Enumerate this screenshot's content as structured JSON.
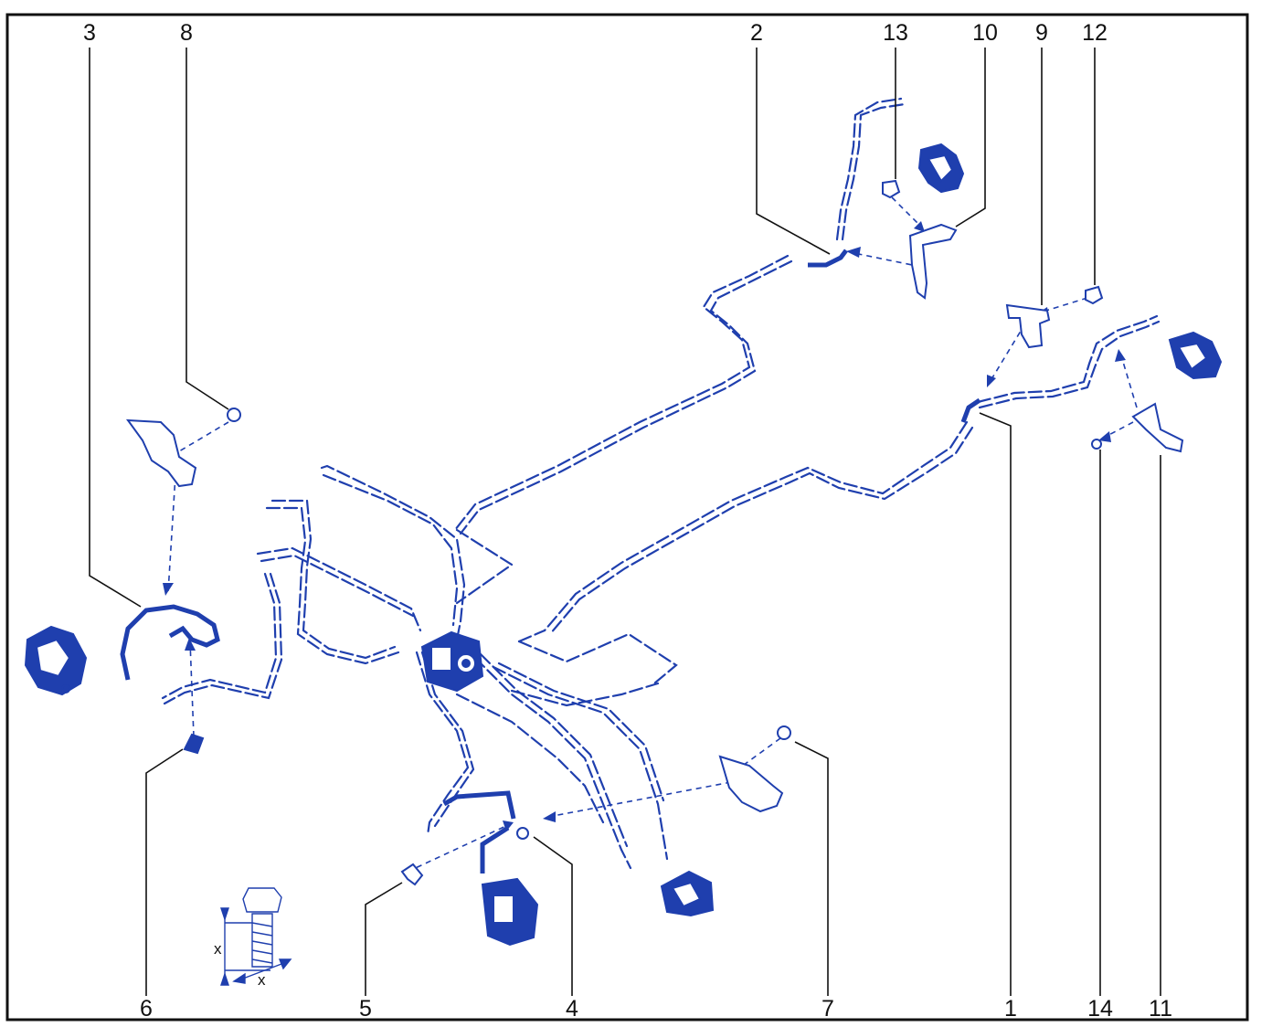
{
  "callouts": {
    "c1": "1",
    "c2": "2",
    "c3": "3",
    "c4": "4",
    "c5": "5",
    "c6": "6",
    "c7": "7",
    "c8": "8",
    "c9": "9",
    "c10": "10",
    "c11": "11",
    "c12": "12",
    "c13": "13",
    "c14": "14"
  },
  "inset": {
    "dim_label": "x"
  },
  "colors": {
    "part": "#1f3fae",
    "leader": "#111111",
    "frame": "#111111"
  }
}
